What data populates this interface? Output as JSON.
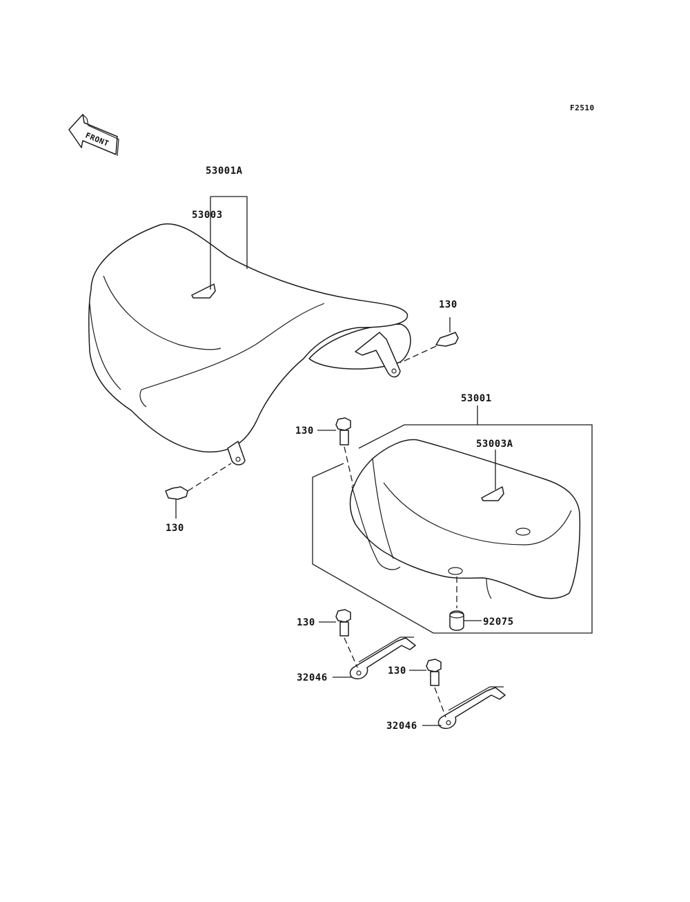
{
  "figure_code": "F2510",
  "front_arrow": {
    "text": "FRONT",
    "icon": "front-arrow-icon"
  },
  "callouts": {
    "seat_assembly_rider": "53001A",
    "seat_label_rider": "53003",
    "bolt_rear_hinge": "130",
    "bolt_front_hinge": "130",
    "seat_assembly_passenger": "53001",
    "seat_label_passenger": "53003A",
    "bolt_passenger_front": "130",
    "damper": "92075",
    "bolt_bracket_left": "130",
    "bracket_left": "32046",
    "bolt_bracket_right": "130",
    "bracket_right": "32046"
  }
}
